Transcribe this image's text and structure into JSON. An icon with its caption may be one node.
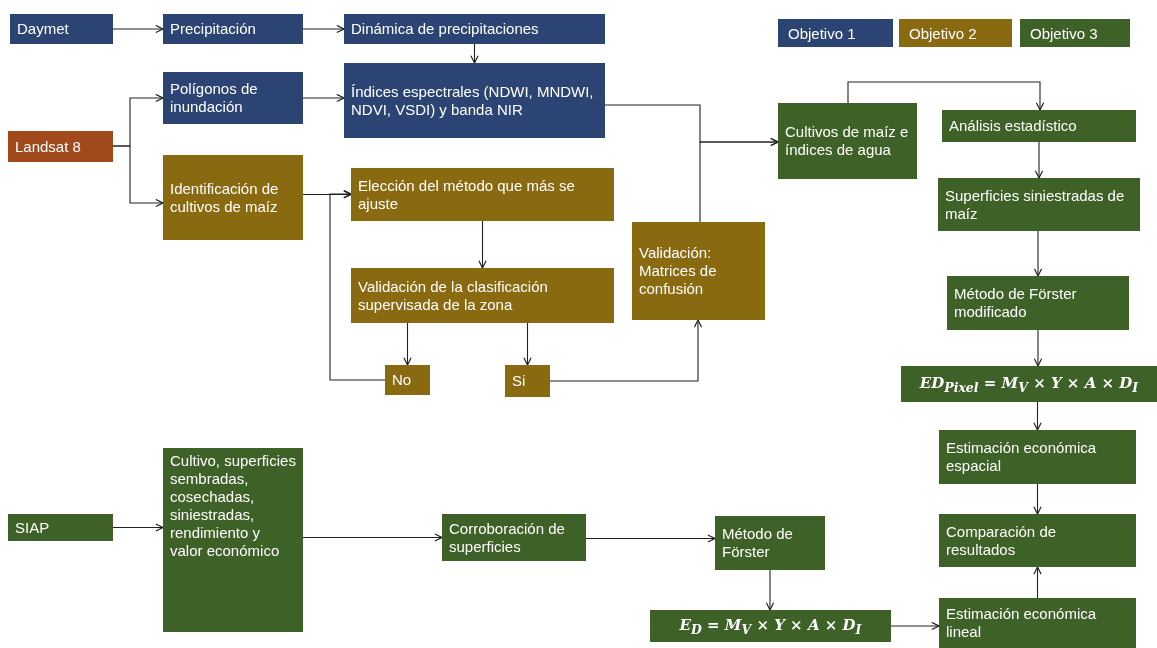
{
  "diagram": {
    "nodes": [
      {
        "text": [
          "Daymet"
        ]
      },
      {
        "text": [
          "Precipitación"
        ]
      },
      {
        "text": [
          "Dinámica de precipitaciones"
        ]
      },
      {
        "text": [
          "Polígonos de inundación"
        ]
      },
      {
        "text": [
          "Índices espectrales (NDWI, MNDWI, NDVI, VSDI) y banda NIR"
        ]
      },
      {
        "text": [
          "Landsat 8"
        ]
      },
      {
        "text": [
          "Identificación de cultivos de maíz"
        ]
      },
      {
        "text": [
          "Elección del método que más se ajuste"
        ]
      },
      {
        "text": [
          "Validación de la clasificación supervisada de la zona"
        ]
      },
      {
        "text": [
          "No"
        ]
      },
      {
        "text": [
          "Si"
        ]
      },
      {
        "text": [
          "Validación: Matrices de confusión"
        ]
      },
      {
        "text": [
          "Cultivos de maíz e índices de agua"
        ]
      },
      {
        "text": [
          "Análisis estadístico"
        ]
      },
      {
        "text": [
          "Superficies siniestradas de maíz"
        ]
      },
      {
        "text": [
          "Método de Förster modificado"
        ]
      },
      {
        "text": [
          "ED$_{Pixel}$ = M$_{V}$ × Y × A × D$_{I}$"
        ]
      },
      {
        "text": [
          "Estimación económica espacial"
        ]
      },
      {
        "text": [
          "Comparación de resultados"
        ]
      },
      {
        "text": [
          "SIAP"
        ]
      },
      {
        "text": [
          "Cultivo, superficies sembradas, cosechadas, siniestradas, rendimiento y valor económico"
        ]
      },
      {
        "text": [
          "Corroboración de superficies"
        ]
      },
      {
        "text": [
          "Método de Förster"
        ]
      },
      {
        "text": [
          "E$_{D}$ = M$_{V}$ × Y × A × D$_{I}$"
        ]
      },
      {
        "text": [
          "Estimación económica lineal"
        ]
      }
    ],
    "edges": [
      {
        "from": 0,
        "to": 1,
        "arrow": "to"
      },
      {
        "from": 1,
        "to": 2,
        "arrow": "to"
      },
      {
        "from": 2,
        "to": 4,
        "arrow": "to"
      },
      {
        "from": 5,
        "to": 3,
        "arrow": "to"
      },
      {
        "from": 5,
        "to": 6,
        "arrow": "to"
      },
      {
        "from": 3,
        "to": 4,
        "arrow": "to"
      },
      {
        "from": 6,
        "to": 7,
        "arrow": "to"
      },
      {
        "from": 7,
        "to": 8,
        "arrow": "to"
      },
      {
        "from": 8,
        "to": 9,
        "arrow": "to"
      },
      {
        "from": 8,
        "to": 10,
        "arrow": "to"
      },
      {
        "from": 9,
        "to": 7,
        "arrow": "to"
      },
      {
        "from": 10,
        "to": 11,
        "arrow": "to"
      },
      {
        "from": 4,
        "to": 12,
        "arrow": "to"
      },
      {
        "from": 11,
        "to": 12,
        "arrow": "to"
      },
      {
        "from": 12,
        "to": 13,
        "arrow": "to"
      },
      {
        "from": 13,
        "to": 14,
        "arrow": "to"
      },
      {
        "from": 14,
        "to": 15,
        "arrow": "to"
      },
      {
        "from": 15,
        "to": 16,
        "arrow": "to"
      },
      {
        "from": 16,
        "to": 17,
        "arrow": "to"
      },
      {
        "from": 17,
        "to": 18,
        "arrow": "to"
      },
      {
        "from": 24,
        "to": 18,
        "arrow": "to"
      },
      {
        "from": 19,
        "to": 20,
        "arrow": "to"
      },
      {
        "from": 20,
        "to": 21,
        "arrow": "to"
      },
      {
        "from": 21,
        "to": 22,
        "arrow": "to"
      },
      {
        "from": 22,
        "to": 23,
        "arrow": "to"
      },
      {
        "from": 23,
        "to": 24,
        "arrow": "to"
      }
    ],
    "legend": [
      {
        "text": "Objetivo 1",
        "color": "#2b4473"
      },
      {
        "text": "Objetivo 2",
        "color": "#8a6a10"
      },
      {
        "text": "Objetivo 3",
        "color": "#3e6127"
      }
    ]
  }
}
